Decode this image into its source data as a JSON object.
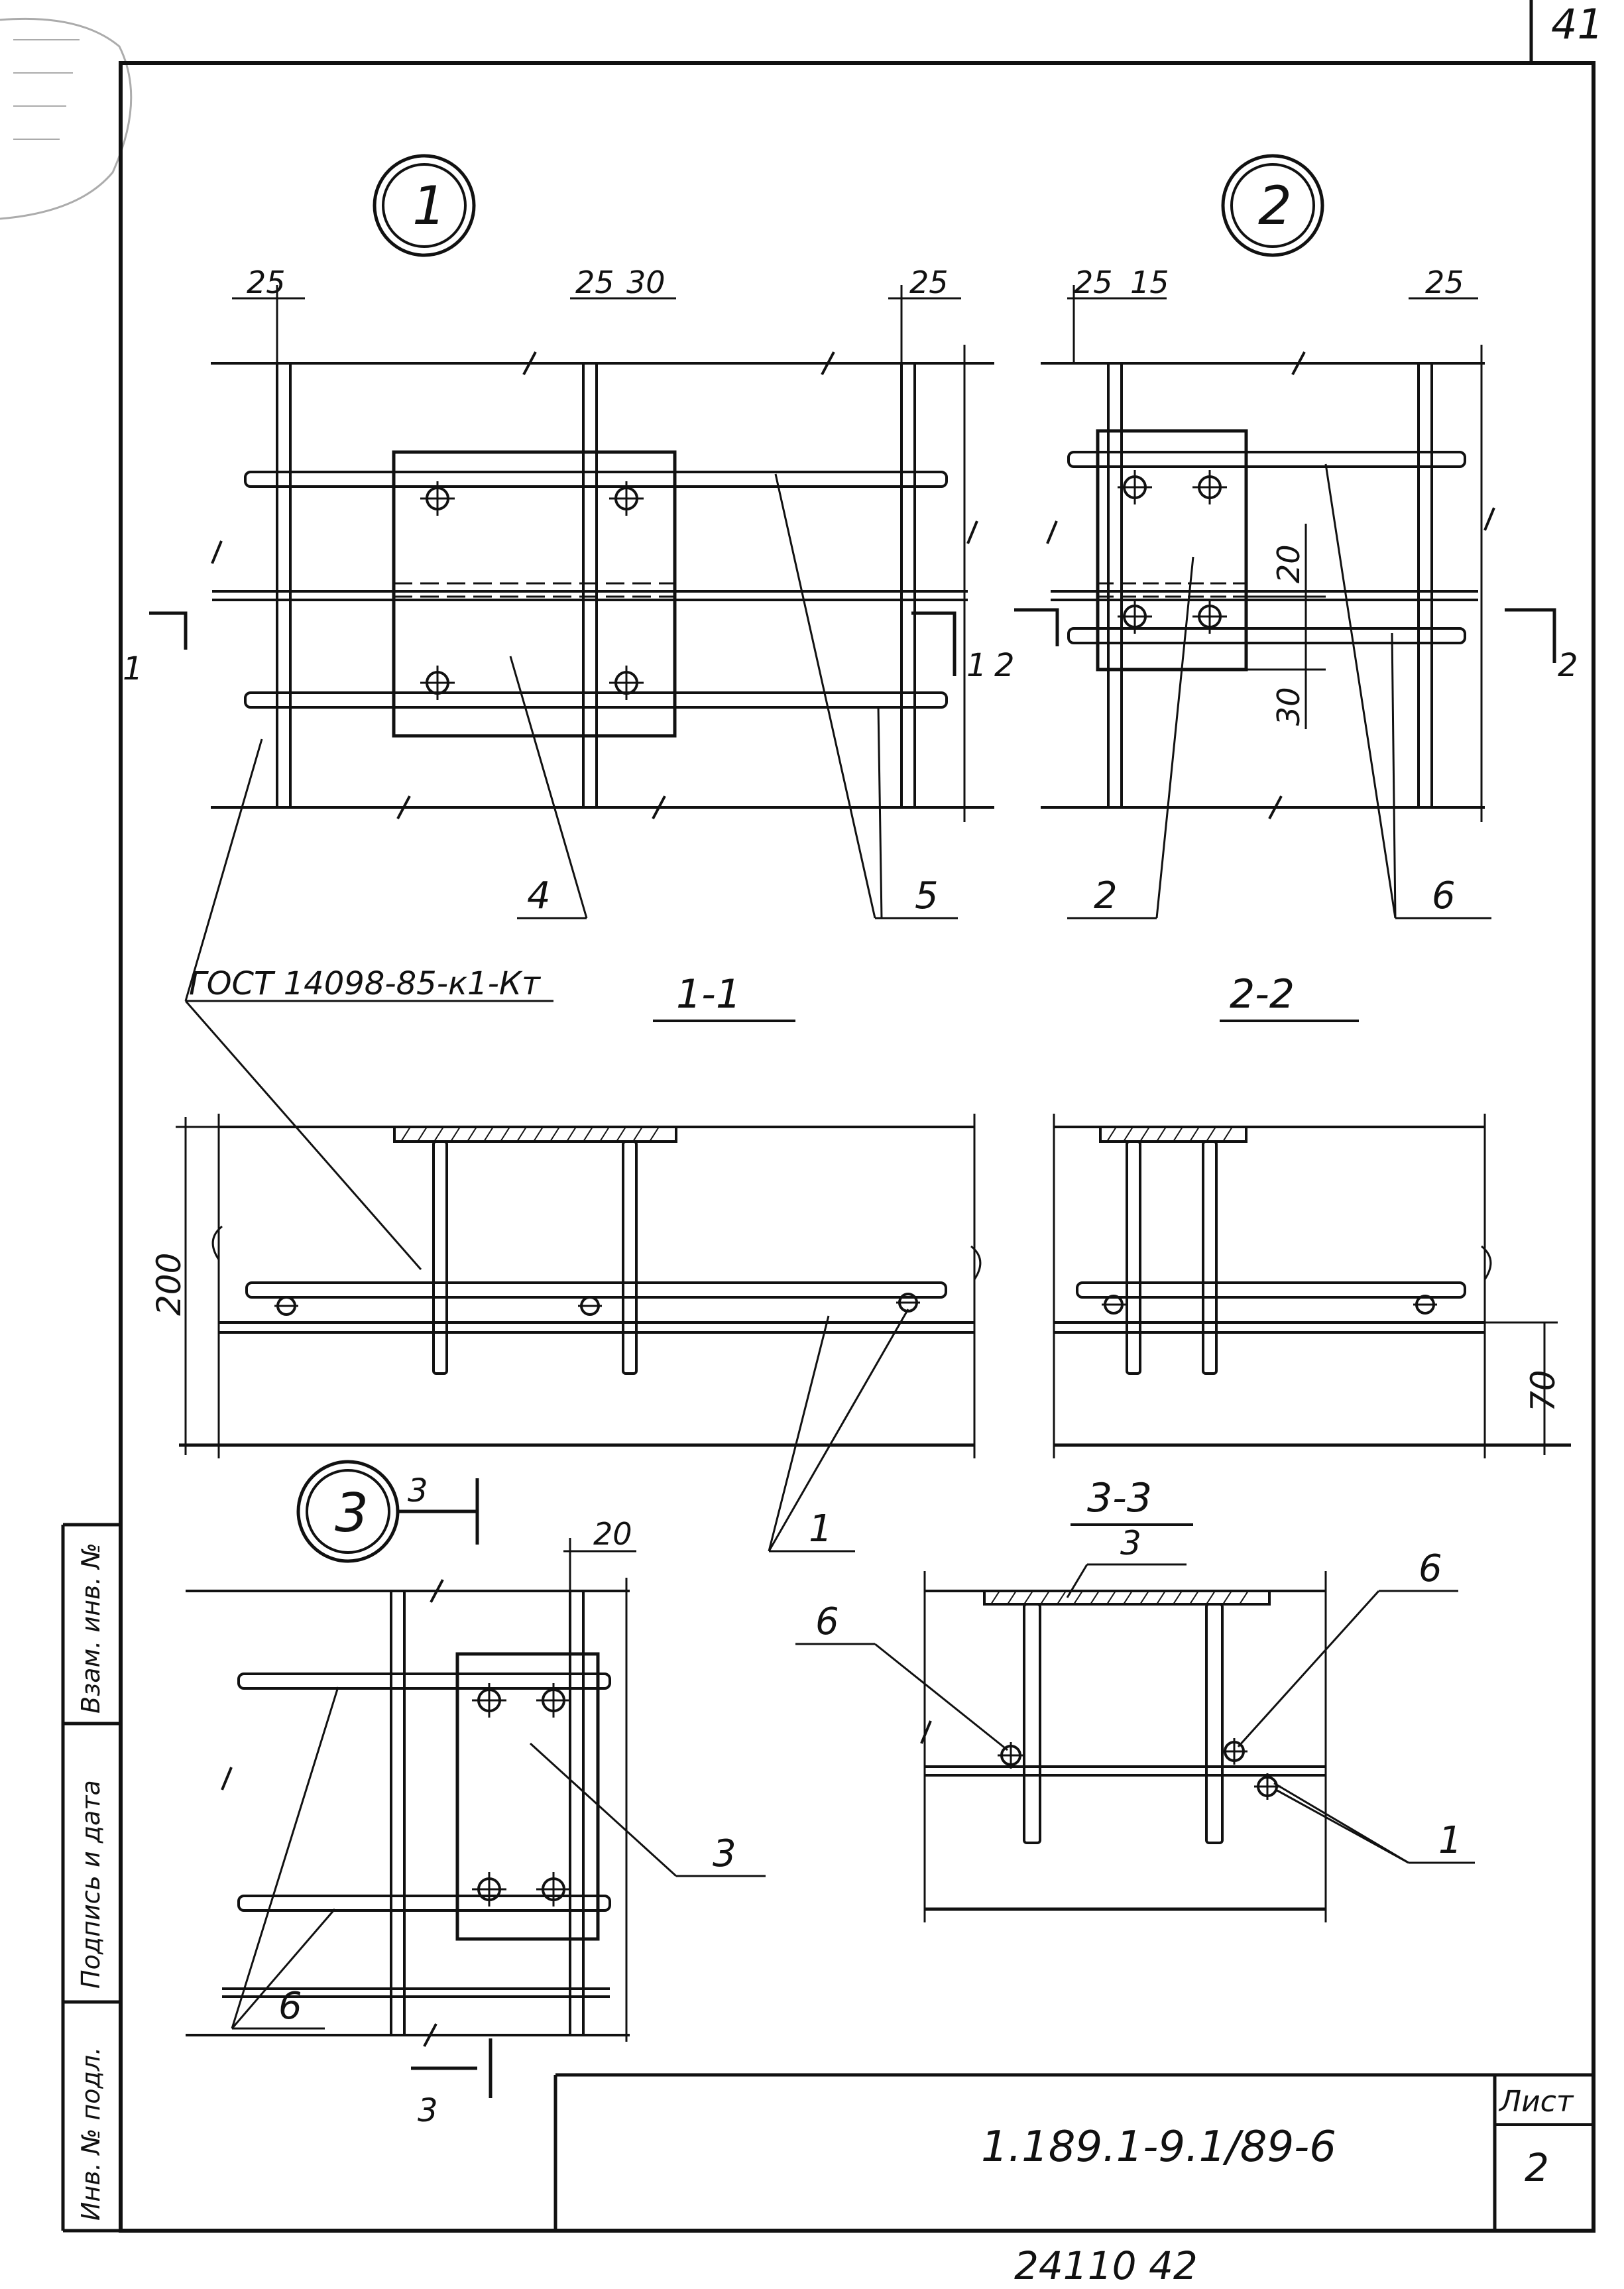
{
  "sheet": {
    "corner_number": "41",
    "bottom_number": "24110 42",
    "document_code": "1.189.1-9.1/89-6",
    "sheet_label": "Лист",
    "sheet_number": "2"
  },
  "side_stamp": {
    "inv_podl": "Инв. № подл.",
    "podpis_data": "Подпись и дата",
    "vzam_inv": "Взам. инв. №"
  },
  "details": {
    "detail1": "1",
    "detail2": "2",
    "detail3": "3"
  },
  "sections": {
    "s11": "1-1",
    "s22": "2-2",
    "s33": "3-3",
    "cut1": "1",
    "cut2": "2",
    "cut3": "3"
  },
  "dimensions": {
    "d25": "25",
    "d30": "30",
    "d15": "15",
    "d20": "20",
    "d200": "200",
    "d70": "70"
  },
  "gost_note": "ГОСТ 14098-85-к1-Кт",
  "positions": {
    "p1": "1",
    "p2": "2",
    "p3": "3",
    "p4": "4",
    "p5": "5",
    "p6": "6"
  }
}
